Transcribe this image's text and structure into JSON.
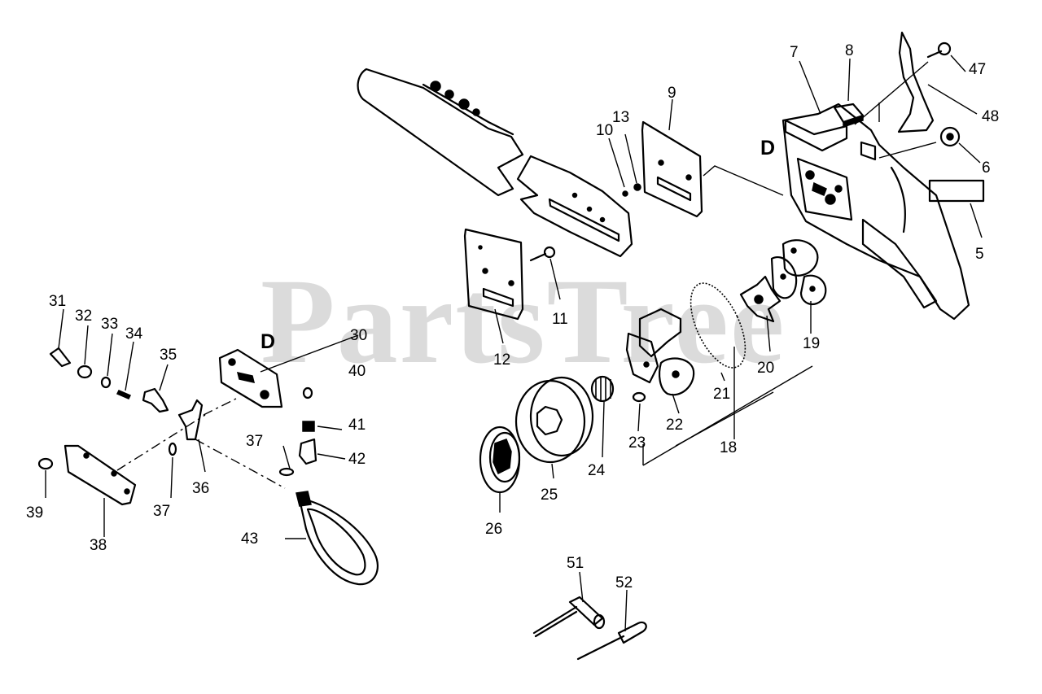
{
  "watermark": "PartsTree",
  "ref_letter_main": "D",
  "ref_letter_cover": "D",
  "labels": {
    "p5": "5",
    "p6": "6",
    "p7": "7",
    "p8": "8",
    "p9": "9",
    "p10": "10",
    "p11": "11",
    "p12": "12",
    "p13": "13",
    "p18": "18",
    "p19": "19",
    "p20": "20",
    "p21": "21",
    "p22": "22",
    "p23": "23",
    "p24": "24",
    "p25": "25",
    "p26": "26",
    "p30": "30",
    "p31": "31",
    "p32": "32",
    "p33": "33",
    "p34": "34",
    "p35": "35",
    "p36": "36",
    "p37a": "37",
    "p37b": "37",
    "p38": "38",
    "p39": "39",
    "p40": "40",
    "p41": "41",
    "p42": "42",
    "p43": "43",
    "p47": "47",
    "p48": "48",
    "p51": "51",
    "p52": "52"
  }
}
